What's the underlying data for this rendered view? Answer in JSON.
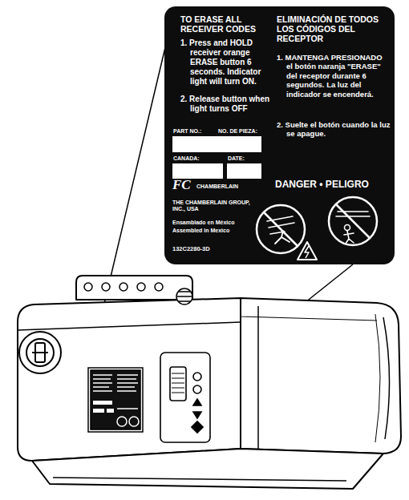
{
  "diagram": {
    "nodes": [
      {
        "text": [
          "TO ERASE ALL RECEIVER CODES",
          "1. Press and HOLD receiver orange ERASE button 6 seconds. Indicator light will turn ON.",
          "2. Release button when light turns OFF",
          "ELIMINACIÓN DE TODOS LOS CÓDIGOS DEL RECEPTOR",
          "1. MANTENGA PRESIONADO el botón naranja \"ERASE\" del receptor durante 6 segundos. La luz del indicador se encenderá.",
          "2. Suelte el botón cuando la luz se apague.",
          "FC",
          "CHAMBERLAIN",
          "DANGER • PELIGRO",
          "THE CHAMBERLAIN GROUP, INC., USA",
          "Ensamblado en México",
          "Assembled in Mexico",
          "132C2280-3D"
        ]
      },
      {
        "text": [
          "PART NO.:",
          "NO. DE PIEZA:"
        ],
        "in": 0
      },
      {
        "text": [
          "CANADA:"
        ],
        "in": 0
      },
      {
        "text": [
          "DATE:"
        ],
        "in": 0
      }
    ]
  }
}
